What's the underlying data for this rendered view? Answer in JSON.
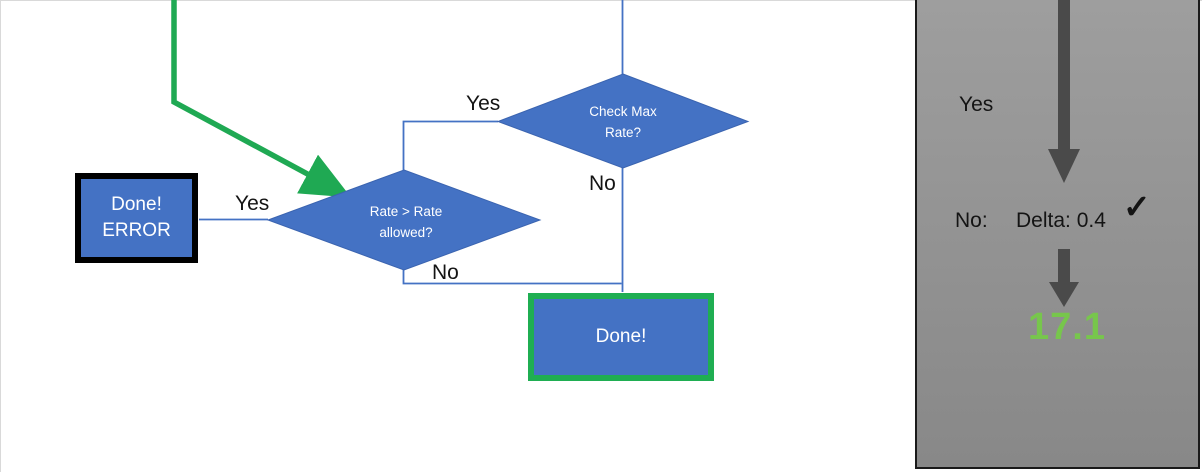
{
  "flowchart": {
    "check_max_decision": {
      "line1": "Check Max",
      "line2": "Rate?"
    },
    "check_max_yes": "Yes",
    "check_max_no": "No",
    "rate_decision": {
      "line1": "Rate > Rate",
      "line2": "allowed?"
    },
    "rate_yes": "Yes",
    "rate_no": "No",
    "done_error_box": {
      "line1": "Done!",
      "line2": "ERROR"
    },
    "done_box": {
      "label": "Done!"
    }
  },
  "side_panel": {
    "yes_label": "Yes",
    "no_label": "No:",
    "delta_label": "Delta: 0.4",
    "checkmark": "✓",
    "result_value": "17.1"
  },
  "colors": {
    "shape_blue": "#4472c4",
    "flow_green": "#1fa953",
    "done_border_green": "#1fae52",
    "error_border_black": "#000000",
    "result_green": "#77c64c",
    "arrow_dark_gray": "#4a4a4a",
    "panel_gray": "#949494"
  }
}
